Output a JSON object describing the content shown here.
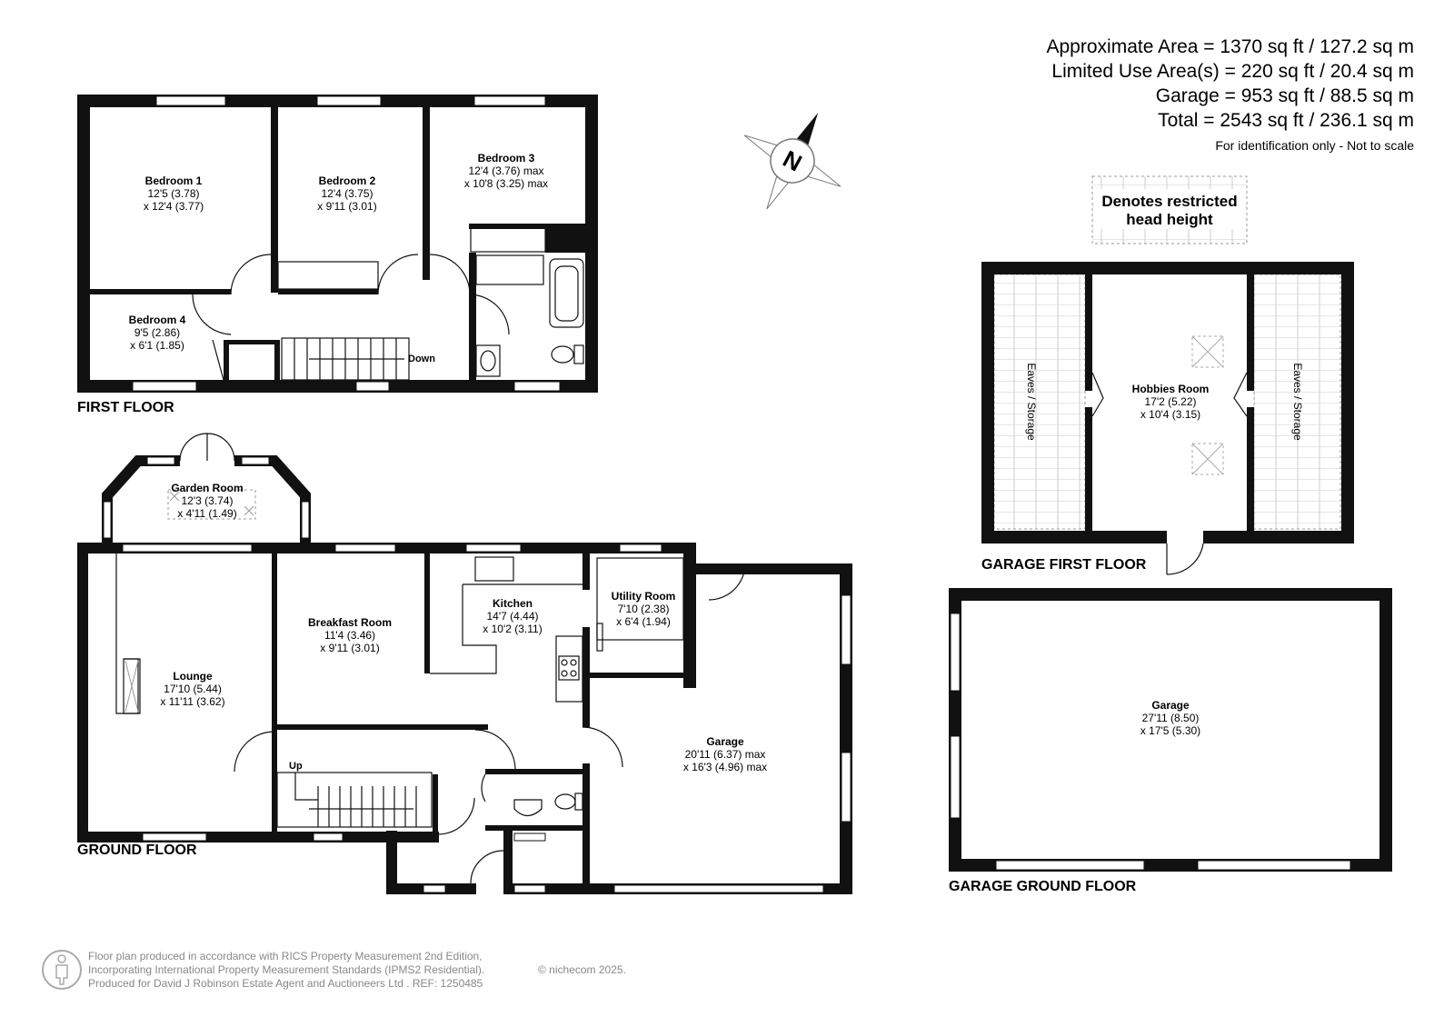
{
  "areas": {
    "approximate": "Approximate Area = 1370 sq ft / 127.2 sq m",
    "limited": "Limited Use Area(s) = 220 sq ft / 20.4 sq m",
    "garage": "Garage = 953 sq ft / 88.5 sq m",
    "total": "Total = 2543 sq ft / 236.1 sq m",
    "note": "For identification only - Not to scale"
  },
  "legend": {
    "line1": "Denotes restricted",
    "line2": "head height"
  },
  "compass": {
    "letter": "N"
  },
  "floors": {
    "first": "FIRST FLOOR",
    "ground": "GROUND FLOOR",
    "garage_first": "GARAGE FIRST FLOOR",
    "garage_ground": "GARAGE GROUND FLOOR"
  },
  "rooms": {
    "bedroom1": {
      "name": "Bedroom 1",
      "d1": "12'5 (3.78)",
      "d2": "x 12'4 (3.77)"
    },
    "bedroom2": {
      "name": "Bedroom 2",
      "d1": "12'4 (3.75)",
      "d2": "x 9'11 (3.01)"
    },
    "bedroom3": {
      "name": "Bedroom 3",
      "d1": "12'4 (3.76) max",
      "d2": "x 10'8 (3.25) max"
    },
    "bedroom4": {
      "name": "Bedroom 4",
      "d1": "9'5 (2.86)",
      "d2": "x 6'1 (1.85)"
    },
    "garden": {
      "name": "Garden Room",
      "d1": "12'3 (3.74)",
      "d2": "x 4'11 (1.49)"
    },
    "lounge": {
      "name": "Lounge",
      "d1": "17'10 (5.44)",
      "d2": "x 11'11 (3.62)"
    },
    "breakfast": {
      "name": "Breakfast Room",
      "d1": "11'4 (3.46)",
      "d2": "x 9'11 (3.01)"
    },
    "kitchen": {
      "name": "Kitchen",
      "d1": "14'7 (4.44)",
      "d2": "x 10'2 (3.11)"
    },
    "utility": {
      "name": "Utility Room",
      "d1": "7'10 (2.38)",
      "d2": "x 6'4 (1.94)"
    },
    "garage_attached": {
      "name": "Garage",
      "d1": "20'11 (6.37) max",
      "d2": "x 16'3 (4.96) max"
    },
    "hobbies": {
      "name": "Hobbies Room",
      "d1": "17'2 (5.22)",
      "d2": "x 10'4 (3.15)"
    },
    "garage_detached": {
      "name": "Garage",
      "d1": "27'11 (8.50)",
      "d2": "x 17'5 (5.30)"
    }
  },
  "labels": {
    "down": "Down",
    "up": "Up",
    "eaves": "Eaves / Storage"
  },
  "footer": {
    "line1": "Floor plan produced in accordance with RICS Property Measurement 2nd Edition,",
    "line2": "Incorporating International Property Measurement Standards (IPMS2 Residential).",
    "copyright": "© nichecom 2025.",
    "line3": "Produced for David J Robinson Estate Agent and Auctioneers Ltd .   REF:  1250485"
  }
}
